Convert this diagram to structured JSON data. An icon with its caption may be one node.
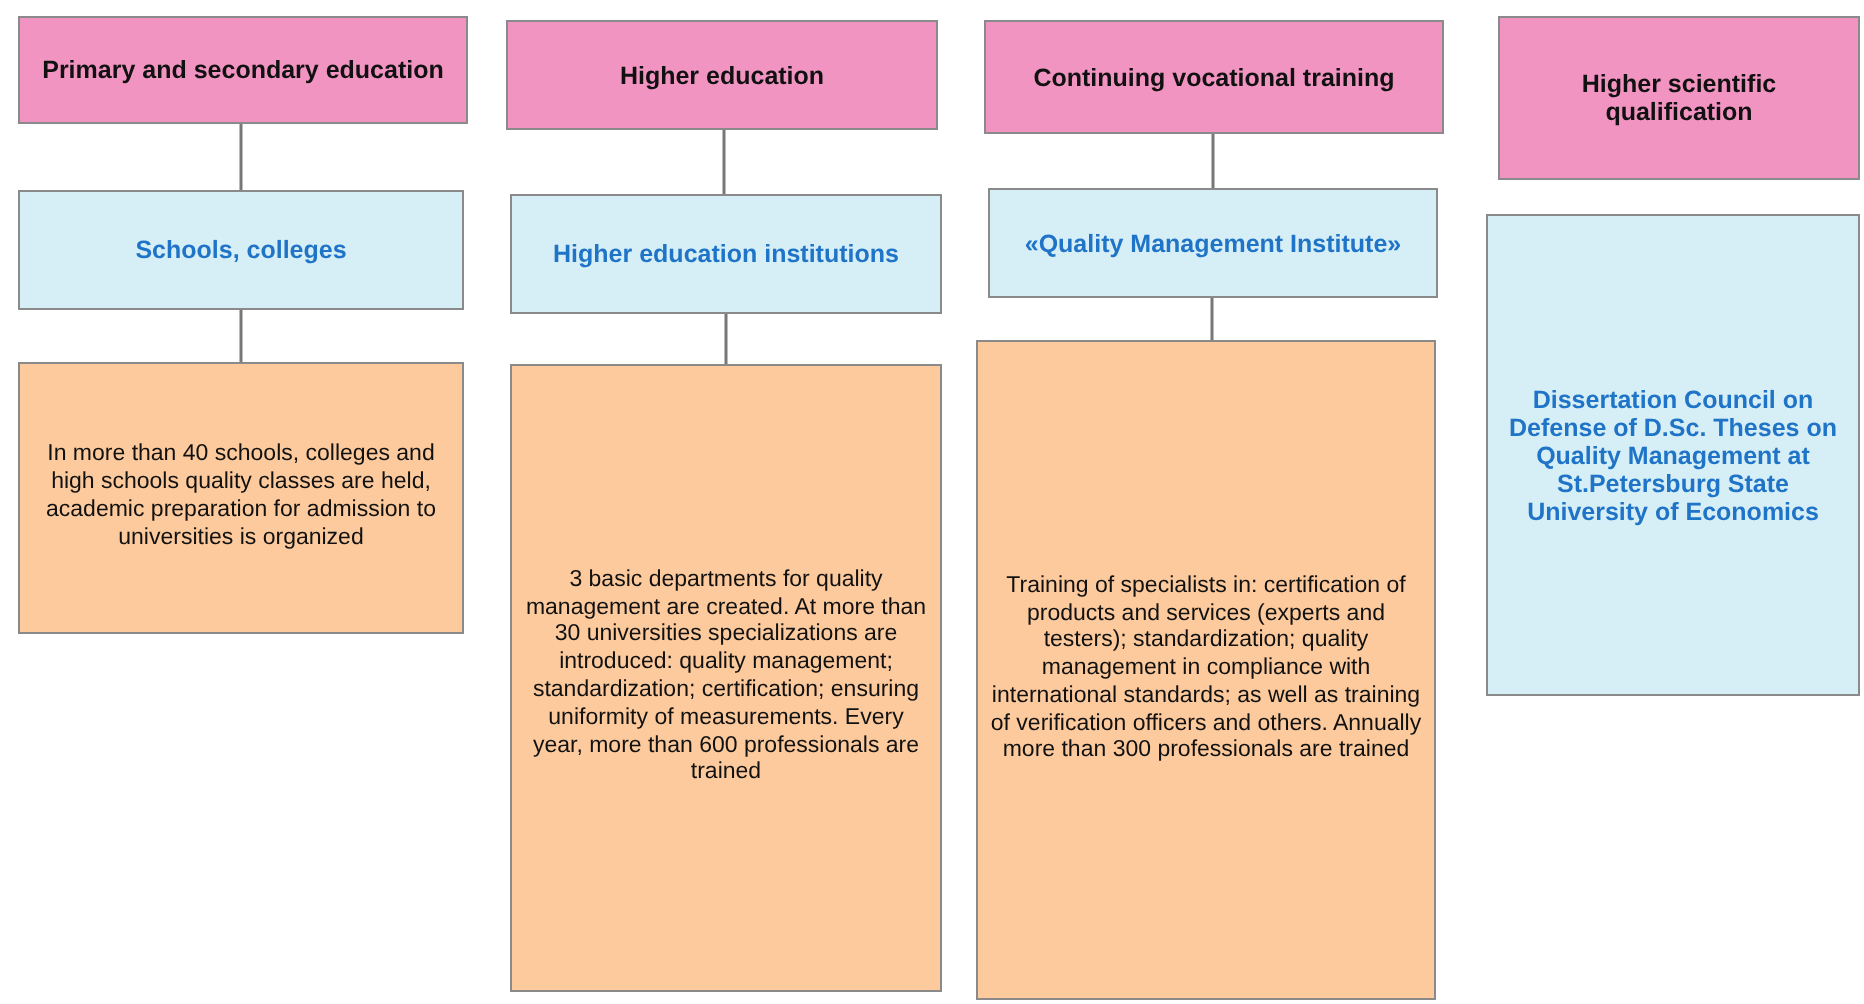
{
  "diagram": {
    "nodes": [
      {
        "text": [
          "Primary and secondary education"
        ]
      },
      {
        "text": [
          "Higher education"
        ]
      },
      {
        "text": [
          "Continuing vocational training"
        ]
      },
      {
        "text": [
          "Higher scientific qualification"
        ]
      },
      {
        "text": [
          "Schools, colleges"
        ]
      },
      {
        "text": [
          "Higher education institutions"
        ]
      },
      {
        "text": [
          "«Quality Management Institute»"
        ]
      },
      {
        "text": [
          "Dissertation Council on Defense of D.Sc. Theses on Quality Management at St.Petersburg State University of Economics"
        ]
      },
      {
        "text": [
          "In more than 40 schools, colleges and high schools quality classes are held, academic preparation for admission to universities is organized"
        ]
      },
      {
        "text": [
          "3 basic departments for quality management are created. At more than 30 universities specializations are introduced: quality management; standardization; certification; ensuring uniformity of measurements. Every year, more than 600 professionals are trained"
        ]
      },
      {
        "text": [
          "Training of specialists in: certification of products and services (experts and testers); standardization; quality management in compliance with international standards; as well as training of verification officers and others. Annually more than 300 professionals are trained"
        ]
      }
    ],
    "edges": [
      {
        "from": 0,
        "to": 4,
        "arrow": "none"
      },
      {
        "from": 4,
        "to": 8,
        "arrow": "none"
      },
      {
        "from": 1,
        "to": 5,
        "arrow": "none"
      },
      {
        "from": 5,
        "to": 9,
        "arrow": "none"
      },
      {
        "from": 2,
        "to": 6,
        "arrow": "none"
      },
      {
        "from": 6,
        "to": 10,
        "arrow": "none"
      }
    ]
  }
}
